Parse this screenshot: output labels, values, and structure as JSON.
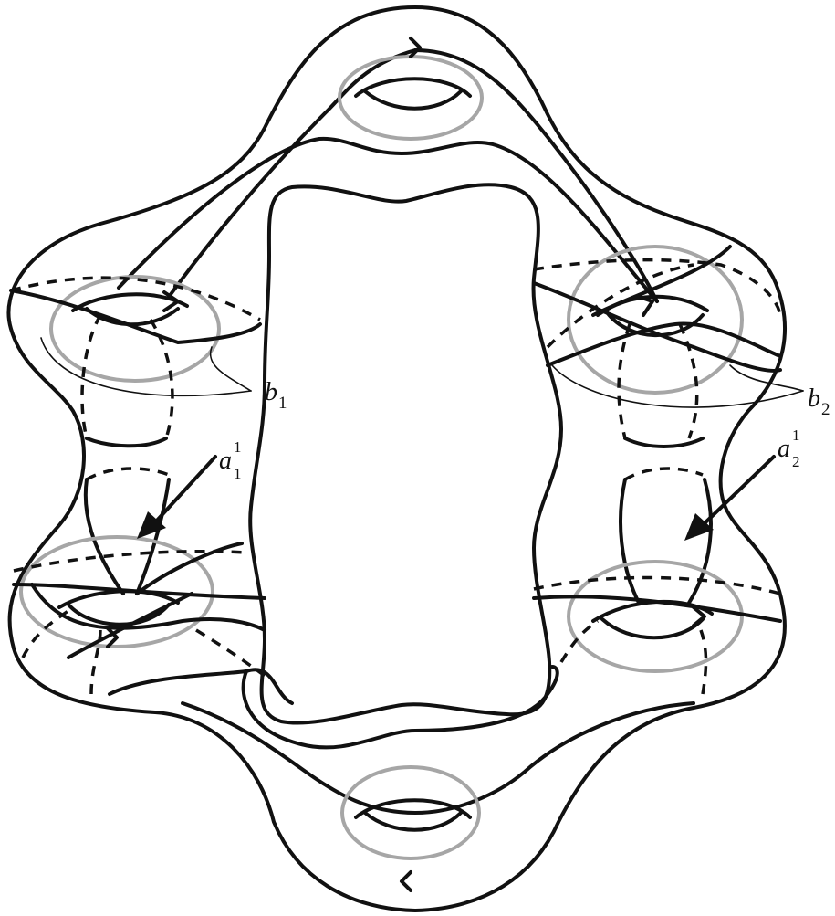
{
  "labels": {
    "b1": {
      "letter": "b",
      "sub": "1"
    },
    "b2": {
      "letter": "b",
      "sub": "2"
    },
    "a11": {
      "letter": "a",
      "sub": "1",
      "sup": "1"
    },
    "a21": {
      "letter": "a",
      "sub": "2",
      "sup": "1"
    }
  },
  "colors": {
    "stroke": "#111111",
    "gray_curve": "#a6a6a6",
    "background": "#ffffff"
  }
}
